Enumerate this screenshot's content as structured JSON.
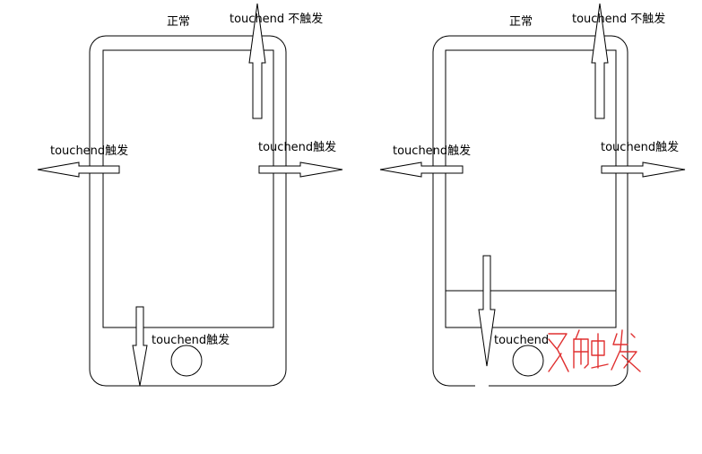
{
  "colors": {
    "ink": "#000000",
    "annotation": "#e03030",
    "background": "#ffffff"
  },
  "left_phone": {
    "title": "正常",
    "top_label": "touchend 不触发",
    "left_label": "touchend触发",
    "right_label": "touchend触发",
    "bottom_label": "touchend触发"
  },
  "right_phone": {
    "title": "正常",
    "top_label": "touchend 不触发",
    "left_label": "touchend触发",
    "right_label": "touchend触发",
    "bottom_label": "touchend",
    "handwritten_note": "又触发"
  }
}
